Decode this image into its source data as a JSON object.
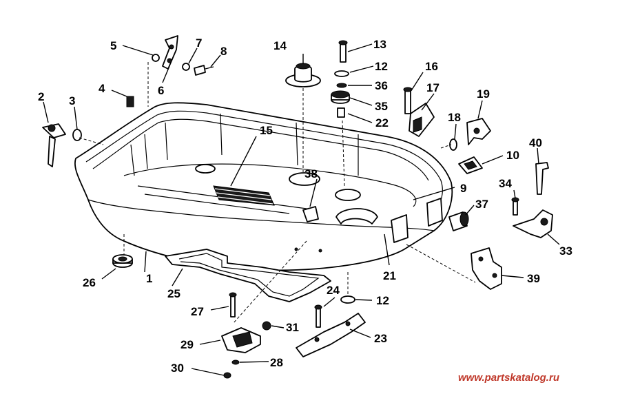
{
  "callouts": [
    {
      "id": "1",
      "label": "1"
    },
    {
      "id": "2",
      "label": "2"
    },
    {
      "id": "3",
      "label": "3"
    },
    {
      "id": "4",
      "label": "4"
    },
    {
      "id": "5",
      "label": "5"
    },
    {
      "id": "6",
      "label": "6"
    },
    {
      "id": "7",
      "label": "7"
    },
    {
      "id": "8",
      "label": "8"
    },
    {
      "id": "9",
      "label": "9"
    },
    {
      "id": "10",
      "label": "10"
    },
    {
      "id": "12a",
      "label": "12"
    },
    {
      "id": "12b",
      "label": "12"
    },
    {
      "id": "13",
      "label": "13"
    },
    {
      "id": "14",
      "label": "14"
    },
    {
      "id": "15",
      "label": "15"
    },
    {
      "id": "16",
      "label": "16"
    },
    {
      "id": "17",
      "label": "17"
    },
    {
      "id": "18",
      "label": "18"
    },
    {
      "id": "19",
      "label": "19"
    },
    {
      "id": "21",
      "label": "21"
    },
    {
      "id": "22",
      "label": "22"
    },
    {
      "id": "23",
      "label": "23"
    },
    {
      "id": "24",
      "label": "24"
    },
    {
      "id": "25",
      "label": "25"
    },
    {
      "id": "26",
      "label": "26"
    },
    {
      "id": "27",
      "label": "27"
    },
    {
      "id": "28",
      "label": "28"
    },
    {
      "id": "29",
      "label": "29"
    },
    {
      "id": "30",
      "label": "30"
    },
    {
      "id": "31",
      "label": "31"
    },
    {
      "id": "33",
      "label": "33"
    },
    {
      "id": "34",
      "label": "34"
    },
    {
      "id": "35",
      "label": "35"
    },
    {
      "id": "36",
      "label": "36"
    },
    {
      "id": "37",
      "label": "37"
    },
    {
      "id": "38",
      "label": "38"
    },
    {
      "id": "39",
      "label": "39"
    },
    {
      "id": "40",
      "label": "40"
    }
  ],
  "watermark": {
    "text": "www.partskatalog.ru",
    "color": "#c0392b"
  }
}
